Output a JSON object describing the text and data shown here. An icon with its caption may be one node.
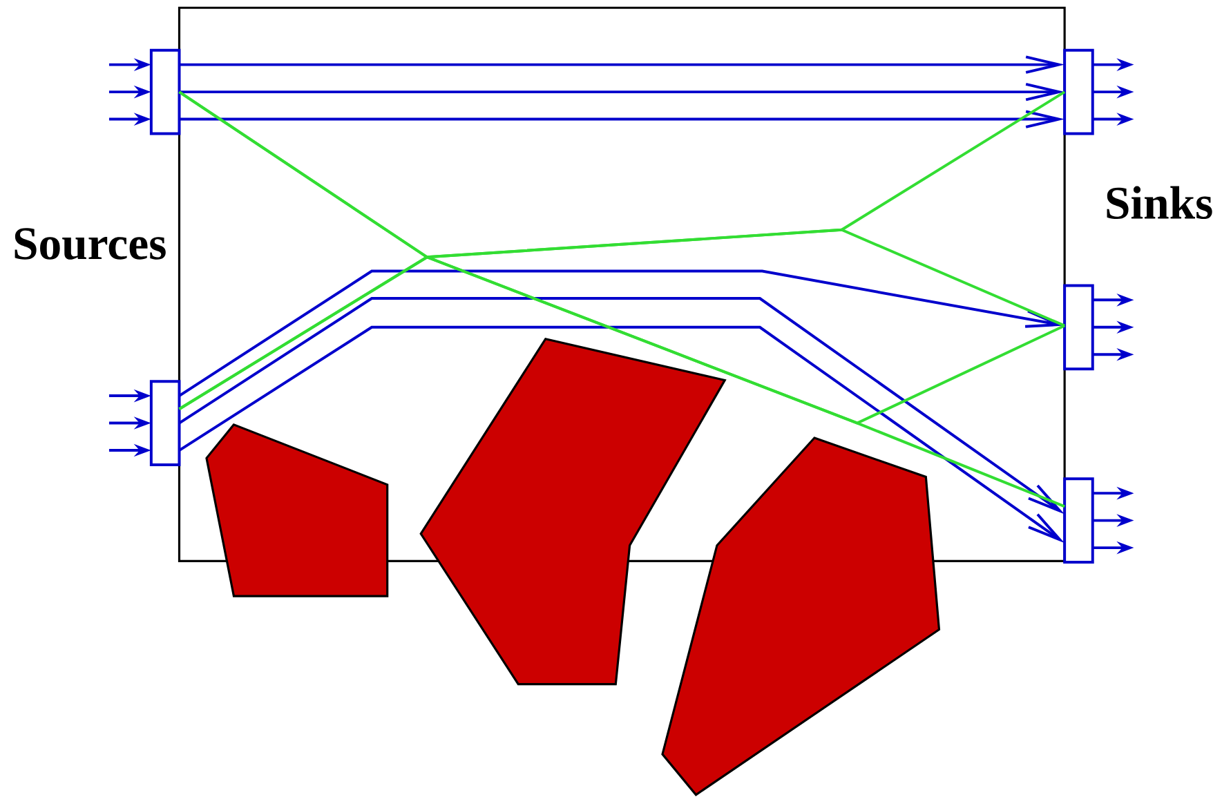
{
  "diagram": {
    "nodes": [
      {
        "text": [],
        "shape": "box"
      },
      {
        "text": [],
        "shape": "box"
      },
      {
        "text": [],
        "shape": "box"
      },
      {
        "text": [],
        "shape": "box"
      },
      {
        "text": [],
        "shape": "box"
      }
    ],
    "edges": [
      {
        "from": null,
        "to": 0,
        "arrow": "to"
      },
      {
        "from": null,
        "to": 0,
        "arrow": "to"
      },
      {
        "from": null,
        "to": 0,
        "arrow": "to"
      },
      {
        "from": null,
        "to": 1,
        "arrow": "to"
      },
      {
        "from": null,
        "to": 1,
        "arrow": "to"
      },
      {
        "from": null,
        "to": 1,
        "arrow": "to"
      },
      {
        "from": 0,
        "to": 2,
        "arrow": "to"
      },
      {
        "from": 0,
        "to": 2,
        "arrow": "to"
      },
      {
        "from": 0,
        "to": 2,
        "arrow": "to"
      },
      {
        "from": 1,
        "to": 3,
        "arrow": "to"
      },
      {
        "from": 1,
        "to": 4,
        "arrow": "to"
      },
      {
        "from": 1,
        "to": 4,
        "arrow": "to"
      },
      {
        "from": 0,
        "to": 4,
        "arrow": "none",
        "color": "#33dd33"
      },
      {
        "from": 0,
        "to": 3,
        "arrow": "none",
        "color": "#33dd33"
      },
      {
        "from": 1,
        "to": 2,
        "arrow": "none",
        "color": "#33dd33"
      },
      {
        "from": 1,
        "to": 3,
        "arrow": "none",
        "color": "#33dd33"
      },
      {
        "from": 2,
        "to": null,
        "arrow": "to"
      },
      {
        "from": 2,
        "to": null,
        "arrow": "to"
      },
      {
        "from": 2,
        "to": null,
        "arrow": "to"
      },
      {
        "from": 3,
        "to": null,
        "arrow": "to"
      },
      {
        "from": 3,
        "to": null,
        "arrow": "to"
      },
      {
        "from": 3,
        "to": null,
        "arrow": "to"
      },
      {
        "from": 4,
        "to": null,
        "arrow": "to"
      },
      {
        "from": 4,
        "to": null,
        "arrow": "to"
      },
      {
        "from": 4,
        "to": null,
        "arrow": "to"
      }
    ],
    "labels": [
      "Sources",
      "Sinks"
    ]
  }
}
